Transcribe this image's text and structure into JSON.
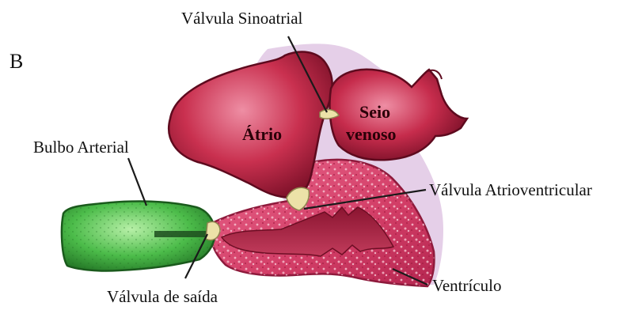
{
  "panel_label": "B",
  "labels": {
    "valvula_sinoatrial": "Válvula Sinoatrial",
    "bulbo_arterial": "Bulbo Arterial",
    "valvula_atrioventricular": "Válvula Atrioventricular",
    "valvula_de_saida": "Válvula de saída",
    "ventriculo": "Ventrículo"
  },
  "organ_text": {
    "atrio": "Átrio",
    "seio_line1": "Seio",
    "seio_line2": "venoso"
  },
  "colors": {
    "heart_red": "#c42a4a",
    "heart_red_dark": "#7a1028",
    "heart_red_light": "#e3708a",
    "ventricle_pink": "#e04a72",
    "ventricle_speckle": "#f3b4c4",
    "bulb_green": "#52c050",
    "bulb_green_dark": "#1f6e22",
    "valve_yellow": "#e9dfa0",
    "pericardium_lilac": "#d8b8dc"
  }
}
